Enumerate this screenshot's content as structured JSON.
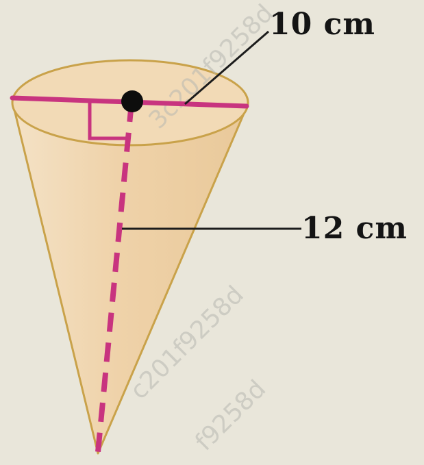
{
  "figure": {
    "shape": "right circular cone",
    "orientation": "vertex-down",
    "colors": {
      "background": "#e9e6da",
      "cone_fill": "#efd2a9",
      "cone_outline": "#c9a24a",
      "measure_line": "#c8347f",
      "leader_line": "#1c1c1c",
      "center_point": "#0d0d0d",
      "watermark": "#b9b8b2"
    }
  },
  "labels": {
    "diameter": "10 cm",
    "height": "12 cm"
  },
  "watermark": {
    "lines": [
      "3c201f9258d",
      "c201f9258d",
      "f9258d"
    ]
  }
}
